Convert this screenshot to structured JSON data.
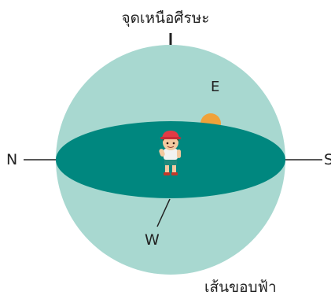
{
  "labels": {
    "zenith": "จุดเหนือศีรษะ",
    "east": "E",
    "north": "N",
    "south": "S",
    "west": "W",
    "horizon": "เส้นขอบฟ้า"
  },
  "colors": {
    "sphere": "#a8d8d0",
    "horizon_plane": "#00877f",
    "sun": "#f0a23a",
    "lines": "#222222",
    "cap": "#e23b45",
    "shirt": "#f2f2f2",
    "shorts": "#1f8a7d"
  },
  "icons": {
    "observer": "boy-observer-icon",
    "sun": "sun-icon"
  }
}
